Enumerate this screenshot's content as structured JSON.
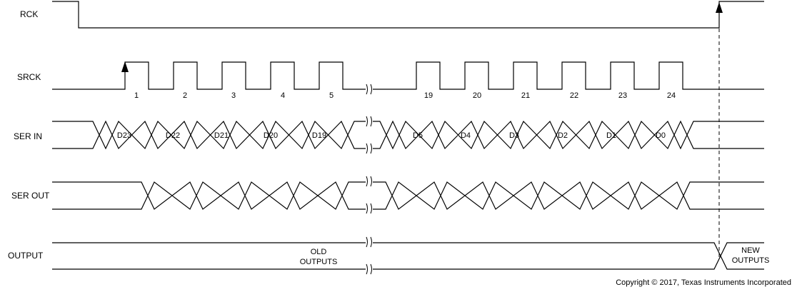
{
  "signals": {
    "rck": "RCK",
    "srck": "SRCK",
    "ser_in": "SER IN",
    "ser_out": "SER OUT",
    "output": "OUTPUT"
  },
  "srck_pulses_first": [
    "1",
    "2",
    "3",
    "4",
    "5"
  ],
  "srck_pulses_last": [
    "19",
    "20",
    "21",
    "22",
    "23",
    "24"
  ],
  "ser_in_first": [
    "D23",
    "D22",
    "D21",
    "D20",
    "D19"
  ],
  "ser_in_last": [
    "D5",
    "D4",
    "D3",
    "D2",
    "D1",
    "D0"
  ],
  "output": {
    "old_line1": "OLD",
    "old_line2": "OUTPUTS",
    "new_line1": "NEW",
    "new_line2": "OUTPUTS"
  },
  "copyright": "Copyright © 2017, Texas Instruments Incorporated"
}
